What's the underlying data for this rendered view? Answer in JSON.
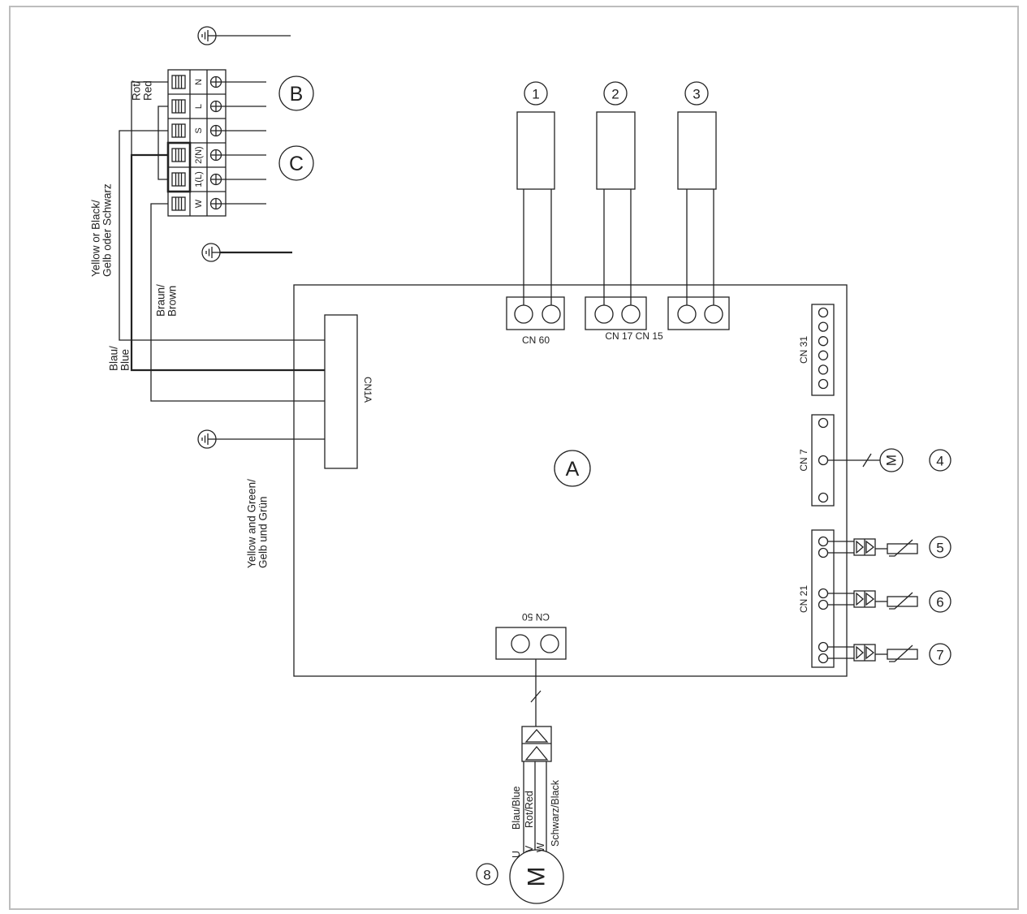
{
  "markers": {
    "board": "A",
    "terminal_b": "B",
    "terminal_c": "C"
  },
  "callouts": [
    "1",
    "2",
    "3",
    "4",
    "5",
    "6",
    "7",
    "8"
  ],
  "terminals": {
    "n": "N",
    "l": "L",
    "s": "S",
    "n2": "2(N)",
    "l1": "1(L)",
    "w": "W"
  },
  "connectors": {
    "cn60": "CN 60",
    "cn17_cn15": "CN 17 CN 15",
    "cn31": "CN 31",
    "cn7": "CN 7",
    "cn21": "CN 21",
    "cn50": "CN 50",
    "cn1a": "CN1A"
  },
  "wires": {
    "red_jumper": [
      "Rot/",
      "Red"
    ],
    "yellow_black": [
      "Yellow or Black/",
      "Gelb oder Schwarz"
    ],
    "brown": [
      "Braun/",
      "Brown"
    ],
    "blue": [
      "Blau/",
      "Blue"
    ],
    "earth": [
      "Yellow and Green/",
      "Gelb und Grün"
    ]
  },
  "fan_motor": {
    "symbol": "M"
  },
  "motor": {
    "symbol": "M",
    "phases": [
      "U",
      "V",
      "W"
    ],
    "leads": [
      "Blau/Blue",
      "Rot/Red",
      "Schwarz/Black"
    ]
  },
  "colors": {
    "line": "#222222",
    "frame": "#bdbdbd",
    "background": "#ffffff"
  }
}
